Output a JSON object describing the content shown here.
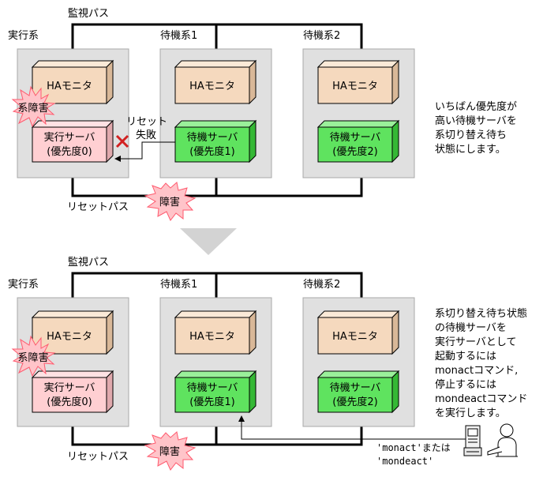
{
  "colors": {
    "host_box": "#e0e0e0",
    "ha_monitor": "#f5d9be",
    "active_server": "#ffcfd2",
    "standby_server": "#5fe35f",
    "burst": "#ffc4c9",
    "path_line": "#000000",
    "arrow_down": "#d3d3d3",
    "fail_mark": "#d22020"
  },
  "top": {
    "monitor_path": "監視パス",
    "reset_path": "リセットパス",
    "hosts": {
      "active": "実行系",
      "standby1": "待機系1",
      "standby2": "待機系2"
    },
    "ha_monitor": "HAモニタ",
    "active_server": {
      "line1": "実行サーバ",
      "line2": "(優先度0)"
    },
    "standby1_server": {
      "line1": "待機サーバ",
      "line2": "(優先度1)"
    },
    "standby2_server": {
      "line1": "待機サーバ",
      "line2": "(優先度2)"
    },
    "system_failure": "系障害",
    "path_failure": "障害",
    "reset_fail": {
      "line1": "リセット",
      "line2": "失敗"
    },
    "note": [
      "いちばん優先度が",
      "高い待機サーバを",
      "系切り替え待ち",
      "状態にします。"
    ]
  },
  "bottom": {
    "monitor_path": "監視パス",
    "reset_path": "リセットパス",
    "hosts": {
      "active": "実行系",
      "standby1": "待機系1",
      "standby2": "待機系2"
    },
    "ha_monitor": "HAモニタ",
    "active_server": {
      "line1": "実行サーバ",
      "line2": "(優先度0)"
    },
    "standby1_server": {
      "line1": "待機サーバ",
      "line2": "(優先度1)"
    },
    "standby2_server": {
      "line1": "待機サーバ",
      "line2": "(優先度2)"
    },
    "system_failure": "系障害",
    "path_failure": "障害",
    "note": [
      "系切り替え待ち状態",
      "の待機サーバを",
      "実行サーバとして",
      "起動するには",
      "monactコマンド,",
      "停止するには",
      "mondeactコマンド",
      "を実行します。"
    ],
    "command_label": {
      "line1": "'monact'または",
      "line2": "'mondeact'"
    }
  }
}
